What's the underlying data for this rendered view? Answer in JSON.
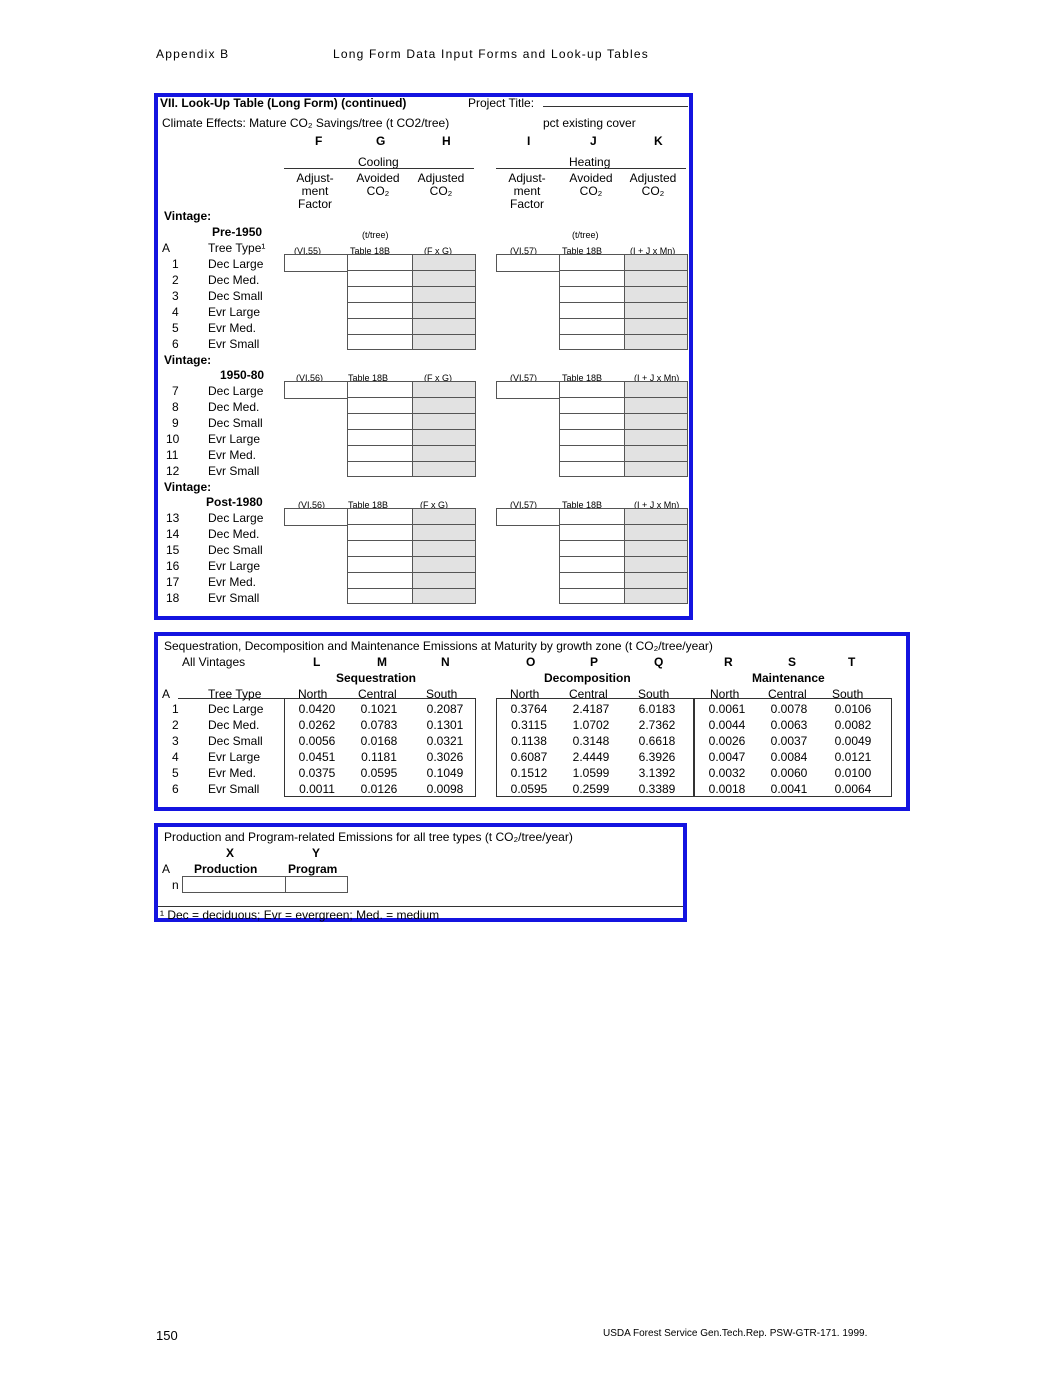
{
  "page_header": {
    "left": "Appendix B",
    "center": "Long Form Data Input Forms and Look-up Tables"
  },
  "footer": {
    "page_number": "150",
    "citation": "USDA Forest Service Gen.Tech.Rep. PSW-GTR-171. 1999."
  },
  "climate": {
    "title": "VII. Look-Up Table (Long Form) (continued)",
    "project_label": "Project Title:",
    "subtitle": "Climate Effects: Mature CO₂ Savings/tree (t CO2/tree)",
    "pct_label": "pct existing cover",
    "letters": [
      "F",
      "G",
      "H",
      "I",
      "J",
      "K"
    ],
    "cooling": "Cooling",
    "heating": "Heating",
    "cool_cols": [
      "Adjust-ment Factor",
      "Avoided CO₂",
      "Adjusted CO₂"
    ],
    "heat_cols": [
      "Adjust-ment Factor",
      "Avoided CO₂",
      "Adjusted CO₂"
    ],
    "vintage_label": "Vintage:",
    "tree_type_label": "Tree Type¹",
    "vintages": [
      {
        "name": "Pre-1950",
        "cool_note": "(t/tree)",
        "heat_note": "(t/tree)",
        "refs": [
          "(VI.55)",
          "Table 18B",
          "(F x G)",
          "(VI.57)",
          "Table 18B",
          "(I + J x Mn)"
        ],
        "row_numbers": [
          "1",
          "2",
          "3",
          "4",
          "5",
          "6"
        ],
        "types": [
          "Dec Large",
          "Dec Med.",
          "Dec Small",
          "Evr Large",
          "Evr Med.",
          "Evr Small"
        ]
      },
      {
        "name": "1950-80",
        "refs": [
          "(VI.56)",
          "Table 18B",
          "(F x G)",
          "(VI.57)",
          "Table 18B",
          "(I + J x Mn)"
        ],
        "row_numbers": [
          "7",
          "8",
          "9",
          "10",
          "11",
          "12"
        ],
        "types": [
          "Dec Large",
          "Dec Med.",
          "Dec Small",
          "Evr Large",
          "Evr Med.",
          "Evr Small"
        ]
      },
      {
        "name": "Post-1980",
        "refs": [
          "(VI.56)",
          "Table 18B",
          "(F x G)",
          "(VI.57)",
          "Table 18B",
          "(I + J x Mn)"
        ],
        "row_numbers": [
          "13",
          "14",
          "15",
          "16",
          "17",
          "18"
        ],
        "types": [
          "Dec Large",
          "Dec Med.",
          "Dec Small",
          "Evr Large",
          "Evr Med.",
          "Evr Small"
        ]
      }
    ]
  },
  "sequestration": {
    "title": "Sequestration, Decomposition and Maintenance Emissions at Maturity by growth zone (t CO₂/tree/year)",
    "all_vintages": "All Vintages",
    "letters": [
      "L",
      "M",
      "N",
      "O",
      "P",
      "Q",
      "R",
      "S",
      "T"
    ],
    "group_headers": [
      "Sequestration",
      "Decomposition",
      "Maintenance"
    ],
    "col_labels": [
      "North",
      "Central",
      "South",
      "North",
      "Central",
      "South",
      "North",
      "Central",
      "South"
    ],
    "tree_type_label": "Tree Type",
    "rows": [
      {
        "n": "1",
        "type": "Dec Large",
        "values": [
          "0.0420",
          "0.1021",
          "0.2087",
          "0.3764",
          "2.4187",
          "6.0183",
          "0.0061",
          "0.0078",
          "0.0106"
        ]
      },
      {
        "n": "2",
        "type": "Dec Med.",
        "values": [
          "0.0262",
          "0.0783",
          "0.1301",
          "0.3115",
          "1.0702",
          "2.7362",
          "0.0044",
          "0.0063",
          "0.0082"
        ]
      },
      {
        "n": "3",
        "type": "Dec Small",
        "values": [
          "0.0056",
          "0.0168",
          "0.0321",
          "0.1138",
          "0.3148",
          "0.6618",
          "0.0026",
          "0.0037",
          "0.0049"
        ]
      },
      {
        "n": "4",
        "type": "Evr Large",
        "values": [
          "0.0451",
          "0.1181",
          "0.3026",
          "0.6087",
          "2.4449",
          "6.3926",
          "0.0047",
          "0.0084",
          "0.0121"
        ]
      },
      {
        "n": "5",
        "type": "Evr Med.",
        "values": [
          "0.0375",
          "0.0595",
          "0.1049",
          "0.1512",
          "1.0599",
          "3.1392",
          "0.0032",
          "0.0060",
          "0.0100"
        ]
      },
      {
        "n": "6",
        "type": "Evr Small",
        "values": [
          "0.0011",
          "0.0126",
          "0.0098",
          "0.0595",
          "0.2599",
          "0.3389",
          "0.0018",
          "0.0041",
          "0.0064"
        ]
      }
    ]
  },
  "production": {
    "title": "Production and Program-related Emissions for all tree types (t CO₂/tree/year)",
    "letters": [
      "X",
      "Y"
    ],
    "col_labels": [
      "Production",
      "Program"
    ],
    "row_label": "n",
    "footnote": "¹ Dec = deciduous; Evr = evergreen; Med. = medium"
  }
}
